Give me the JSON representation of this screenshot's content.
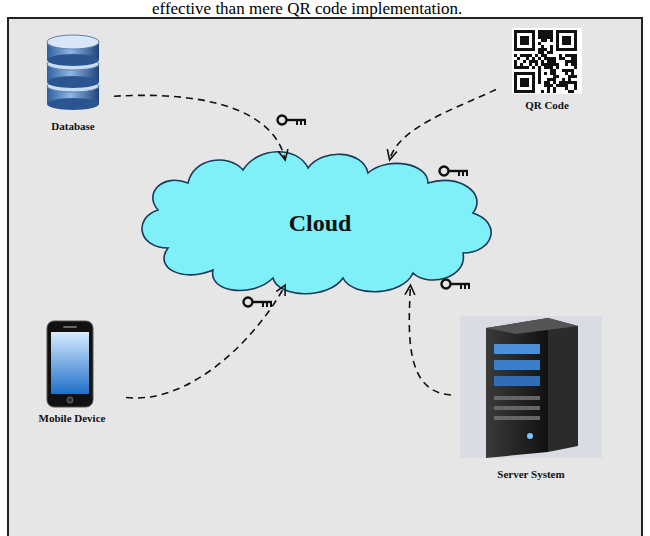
{
  "diagram": {
    "nodes": [
      {
        "text": [
          "Database"
        ]
      },
      {
        "text": [
          "QR Code"
        ]
      },
      {
        "text": [
          "Cloud"
        ]
      },
      {
        "text": [
          "Mobile Device"
        ]
      },
      {
        "text": [
          "Server System"
        ]
      }
    ],
    "edges": [
      {
        "from": 0,
        "to": 2,
        "arrow": "to"
      },
      {
        "from": 1,
        "to": 2,
        "arrow": "to"
      },
      {
        "from": 3,
        "to": 2,
        "arrow": "to"
      },
      {
        "from": 4,
        "to": 2,
        "arrow": "to"
      }
    ],
    "labels": [
      "effective than mere QR code implementation."
    ]
  }
}
